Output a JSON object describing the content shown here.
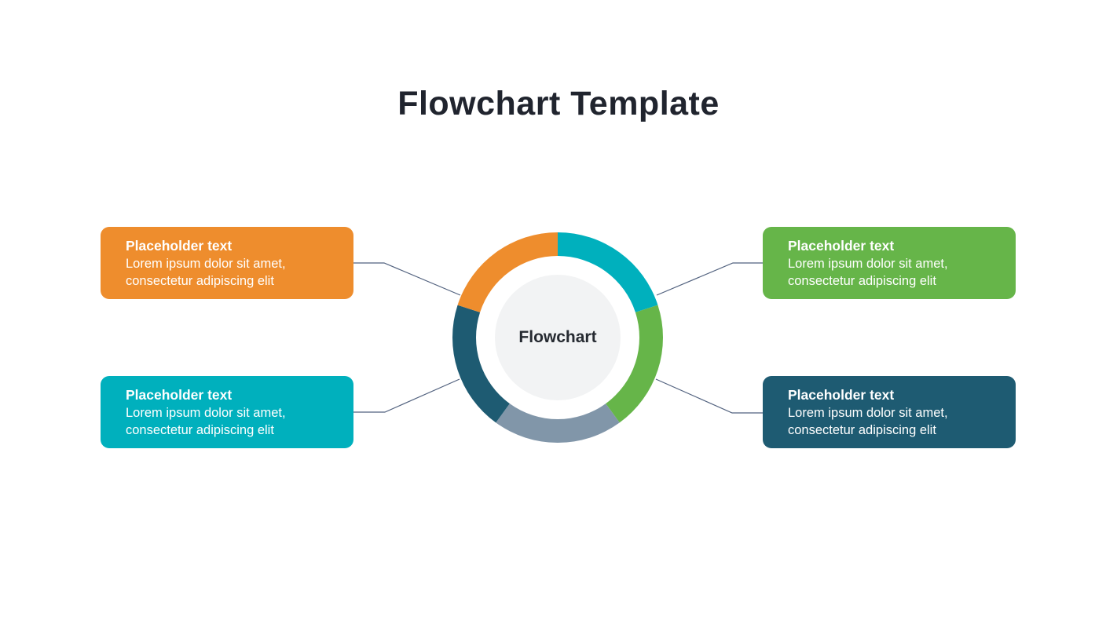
{
  "title": "Flowchart Template",
  "center": {
    "label": "Flowchart",
    "inner_circle_color": "#f2f3f4"
  },
  "ring": {
    "segments": [
      {
        "name": "segment-top-right",
        "color": "#00b0bd"
      },
      {
        "name": "segment-right",
        "color": "#66b549"
      },
      {
        "name": "segment-bottom",
        "color": "#8196a9"
      },
      {
        "name": "segment-left",
        "color": "#1e5b72"
      },
      {
        "name": "segment-top-left",
        "color": "#ee8d2d"
      }
    ]
  },
  "boxes": [
    {
      "position": "top-left",
      "heading": "Placeholder text",
      "body": "Lorem ipsum dolor sit amet, consectetur adipiscing elit",
      "color": "#ee8d2d"
    },
    {
      "position": "top-right",
      "heading": "Placeholder text",
      "body": "Lorem ipsum dolor sit amet, consectetur adipiscing elit",
      "color": "#66b549"
    },
    {
      "position": "bottom-left",
      "heading": "Placeholder text",
      "body": "Lorem ipsum dolor sit amet, consectetur adipiscing elit",
      "color": "#00b0bd"
    },
    {
      "position": "bottom-right",
      "heading": "Placeholder text",
      "body": "Lorem ipsum dolor sit amet, consectetur adipiscing elit",
      "color": "#1e5b72"
    }
  ],
  "connectors": {
    "color": "#52627f"
  }
}
